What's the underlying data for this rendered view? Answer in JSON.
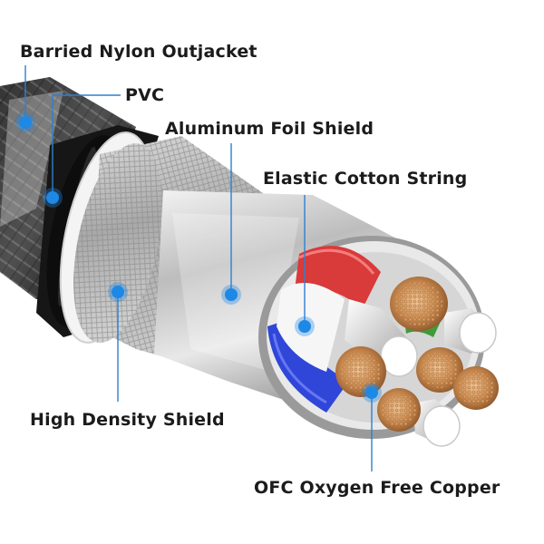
{
  "labels": {
    "nylon_outjacket": "Barried Nylon Outjacket",
    "pvc": "PVC",
    "aluminum_foil": "Aluminum Foil Shield",
    "cotton_string": "Elastic Cotton String",
    "high_density_shield": "High Density Shield",
    "ofc_copper": "OFC Oxygen Free Copper"
  },
  "colors": {
    "callout_line": "#2f7fd0",
    "callout_dot": "#1e88e5",
    "conductor_red": "#d93a3a",
    "conductor_blue": "#2f46d8",
    "conductor_green": "#3f9a3a",
    "copper": "#c98a4f",
    "label_text": "#1b1b1b"
  }
}
